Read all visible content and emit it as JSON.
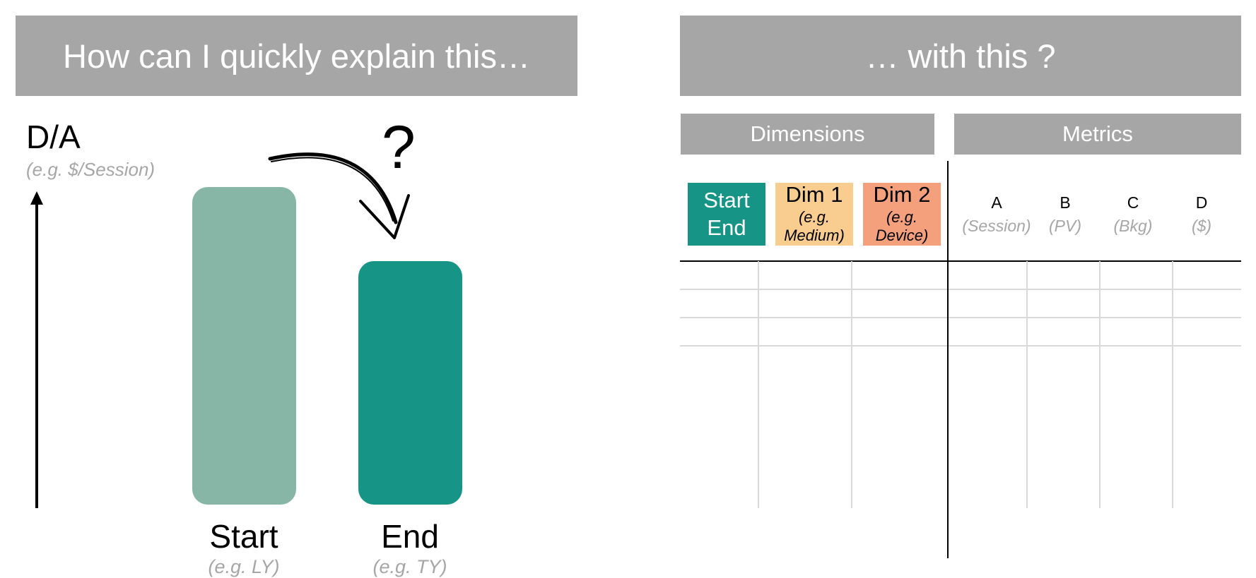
{
  "left_panel": {
    "title": "How can I quickly explain this…",
    "y_axis_label": "D/A",
    "y_axis_example": "(e.g. $/Session)",
    "question_mark": "?",
    "bars": [
      {
        "label": "Start",
        "example": "(e.g. LY)",
        "color": "#88b6a6"
      },
      {
        "label": "End",
        "example": "(e.g. TY)",
        "color": "#169587"
      }
    ]
  },
  "right_panel": {
    "title": "… with this ?",
    "dimensions_header": "Dimensions",
    "metrics_header": "Metrics",
    "dimension_columns": [
      {
        "line1": "Start",
        "line2": "End",
        "color": "#169587"
      },
      {
        "title": "Dim 1",
        "example_line1": "(e.g.",
        "example_line2": "Medium)",
        "color": "#f8cd8f"
      },
      {
        "title": "Dim 2",
        "example_line1": "(e.g.",
        "example_line2": "Device)",
        "color": "#f4a07c"
      }
    ],
    "metric_columns": [
      {
        "letter": "A",
        "example": "(Session)"
      },
      {
        "letter": "B",
        "example": "(PV)"
      },
      {
        "letter": "C",
        "example": "(Bkg)"
      },
      {
        "letter": "D",
        "example": "($)"
      }
    ]
  },
  "colors": {
    "banner_gray": "#a6a6a6",
    "teal_dark": "#169587",
    "teal_light": "#88b6a6",
    "orange_light": "#f8cd8f",
    "salmon": "#f4a07c"
  }
}
